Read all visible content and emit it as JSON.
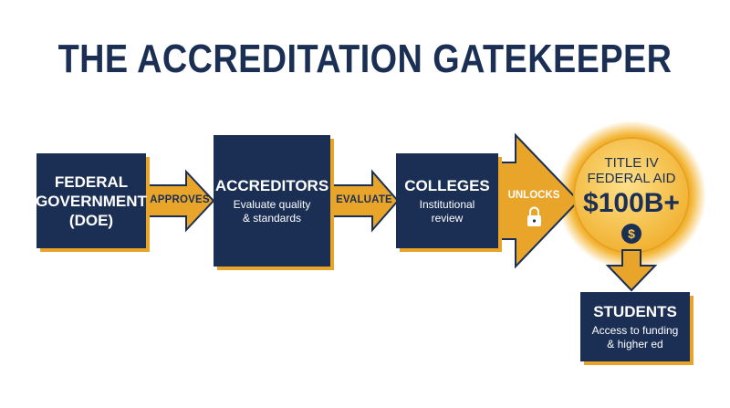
{
  "title": "THE ACCREDITATION GATEKEEPER",
  "nodes": {
    "federal": {
      "title": "FEDERAL\nGOVERNMENT\n(DOE)"
    },
    "accreditors": {
      "title": "ACCREDITORS",
      "subtitle": "Evaluate quality\n& standards"
    },
    "colleges": {
      "title": "COLLEGES",
      "subtitle": "Institutional\nreview"
    },
    "aid": {
      "title": "TITLE IV\nFEDERAL AID",
      "amount": "$100B+",
      "icon": "dollar-icon"
    },
    "students": {
      "title": "STUDENTS",
      "subtitle": "Access to funding\n& higher ed"
    }
  },
  "edges": {
    "approves": "APPROVES",
    "evaluate": "EVALUATE",
    "unlocks": "UNLOCKS",
    "unlocks_icon": "lock-icon"
  },
  "colors": {
    "navy": "#1b2f55",
    "gold": "#e8a52a",
    "glow": "#f7c64a"
  }
}
